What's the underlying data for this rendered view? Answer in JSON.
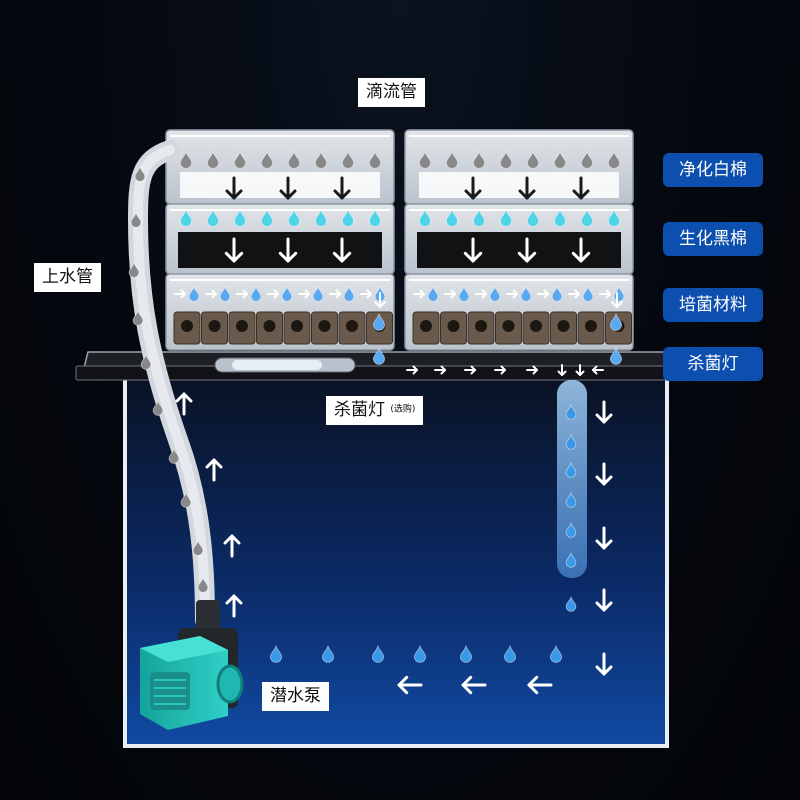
{
  "labels": {
    "drip_tube": "滴流管",
    "water_pipe": "上水管",
    "uv_lamp": "杀菌灯",
    "uv_lamp_note": "(选购)",
    "pump": "潜水泵"
  },
  "layers": [
    "净化白棉",
    "生化黑棉",
    "培菌材料",
    "杀菌灯"
  ],
  "colors": {
    "background": "#05080f",
    "tank_water": "#0c3a86",
    "accent_blue": "#0d4fae",
    "pump_teal": "#1fb8b0",
    "drop_gray": "#888888",
    "drop_cyan": "#4fd3e8",
    "drop_blue": "#5aa9f0"
  },
  "icons": [
    "water-drop-icon",
    "arrow-down-icon",
    "arrow-right-icon",
    "arrow-up-icon",
    "arrow-left-icon"
  ]
}
